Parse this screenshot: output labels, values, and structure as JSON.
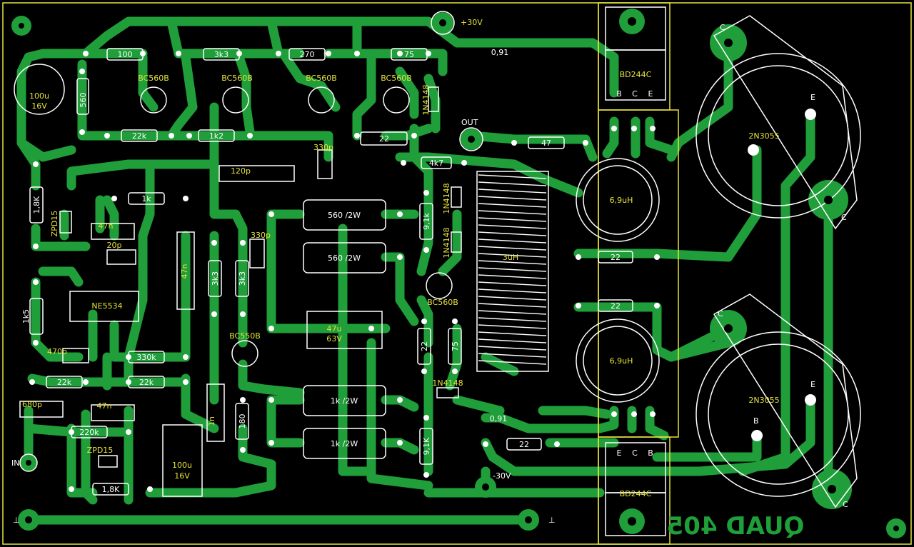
{
  "colors": {
    "background": "#000000",
    "copper": "#1f9e3a",
    "silk": "#ffffff",
    "outline": "#e6e23a",
    "label": "#e6e23a",
    "pad_hole": "#000000"
  },
  "title": "QUAD 405",
  "nets": {
    "vplus": "+30V",
    "vminus": "-30V",
    "out": "OUT",
    "in": "IN",
    "gnd_left": "⊥",
    "gnd_right": "⊥"
  },
  "resistors": {
    "r100": "100",
    "r3k3": "3k3",
    "r270": "270",
    "r75a": "75",
    "r560": "560",
    "r22k_top": "22k",
    "r1k2": "1k2",
    "r22_top": "22",
    "r4k7": "4k7",
    "r47": "47",
    "r1_8k_left": "1,8K",
    "r1k": "1k",
    "r1k5": "1k5",
    "r330k": "330k",
    "r22k_a": "22k",
    "r22k_b": "22k",
    "r220k": "220k",
    "r1_8k_bot": "1,8K",
    "r3k3_v1": "3k3",
    "r3k3_v2": "3k3",
    "r180": "180",
    "r560_2w_a": "560 /2W",
    "r560_2w_b": "560 /2W",
    "r1k_2w_a": "1k /2W",
    "r1k_2w_b": "1k /2W",
    "r9k1_a": "9,1k",
    "r9k1_b": "9,1K",
    "r22_v": "22",
    "r75_v": "75",
    "r22_mid_a": "22",
    "r22_mid_b": "22",
    "r22_bot": "22",
    "r091_top": "0,91",
    "r091_bot": "0,91"
  },
  "capacitors": {
    "c100u_top": "100u\n16V",
    "c100u_top_l1": "100u",
    "c100u_top_l2": "16V",
    "c330p_a": "330p",
    "c120p": "120p",
    "c330p_b": "330p",
    "c47n_a": "47n",
    "c20p": "20p",
    "c470p": "470p",
    "c680p": "680p",
    "c47n_b": "47n",
    "c47n_v": "47n",
    "c1n": "1n",
    "c47u_l1": "47u",
    "c47u_l2": "63V",
    "c100u_bot_l1": "100u",
    "c100u_bot_l2": "16V"
  },
  "transistors": {
    "q1": "BC560B",
    "q2": "BC560B",
    "q3": "BC560B",
    "q4": "BC560B",
    "q5": "BC560B",
    "q6": "BC550B",
    "pwr_top": "BD244C",
    "pwr_bot": "BD244C",
    "big_top": "2N3055",
    "big_bot": "2N3055"
  },
  "pins": {
    "b": "B",
    "c": "C",
    "e": "E"
  },
  "diodes": {
    "d1": "1N4148",
    "d2": "1N4148",
    "d3": "1N4148",
    "d4": "1N4148",
    "z1": "ZPD15",
    "z2": "ZPD15"
  },
  "ic": {
    "u1": "NE5534"
  },
  "inductors": {
    "l_top": "6,9uH",
    "l_bot": "6,9uH",
    "l_main": "3uH"
  }
}
